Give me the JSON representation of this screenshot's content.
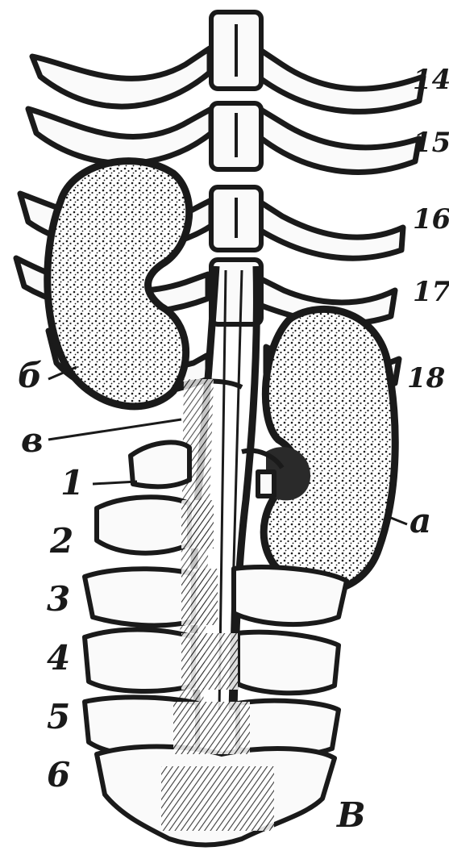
{
  "figure": {
    "colors": {
      "ink": "#1a1a1a",
      "paper": "#ffffff",
      "kidney": "#3a3a3a",
      "bone_fill": "#fafafa"
    },
    "parts": {
      "thoracic_vertebrae": [
        "T14",
        "T15",
        "T16",
        "T17",
        "T18"
      ],
      "lumbar_vertebrae": [
        "L1",
        "L2",
        "L3",
        "L4",
        "L5",
        "L6"
      ],
      "organs": [
        "right kidney",
        "left kidney",
        "aorta and vena cava",
        "sacrum"
      ]
    },
    "labels": {
      "rib_14": "14",
      "rib_15": "15",
      "rib_16": "16",
      "rib_17": "17",
      "rib_18": "18",
      "kidney_left_marker": "а",
      "kidney_right_marker": "б",
      "vessel_marker": "в",
      "sacrum_marker": "В",
      "lumbar_1": "1",
      "lumbar_2": "2",
      "lumbar_3": "3",
      "lumbar_4": "4",
      "lumbar_5": "5",
      "lumbar_6": "6"
    }
  }
}
